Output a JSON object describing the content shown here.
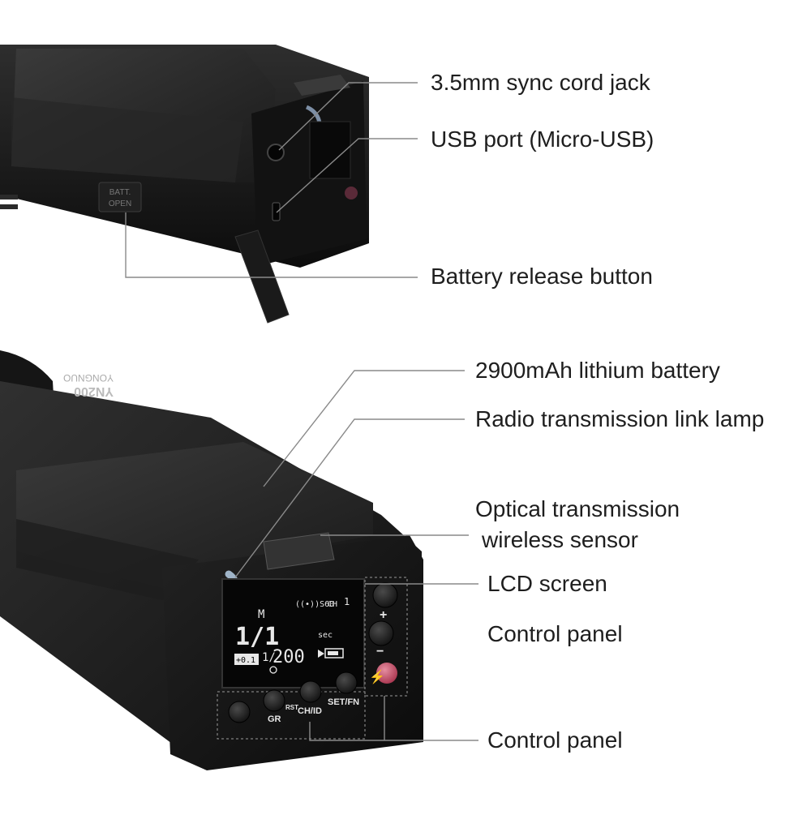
{
  "callouts": {
    "sync_cord_jack": "3.5mm sync cord jack",
    "usb_port": "USB port (Micro-USB)",
    "battery_release_button": "Battery release button",
    "lithium_battery": "2900mAh lithium battery",
    "link_lamp": "Radio transmission link lamp",
    "optical_sensor_line1": "Optical transmission",
    "optical_sensor_line2": "wireless sensor",
    "lcd_screen": "LCD screen",
    "control_panel_upper": "Control panel",
    "control_panel_lower": "Control panel"
  },
  "device_top": {
    "batt_label_line1": "BATT.",
    "batt_label_line2": "OPEN"
  },
  "device_bottom": {
    "brand_line1": "YONGNUO",
    "model": "YN200",
    "lcd": {
      "mode": "M",
      "power": "1/1",
      "ratio_prefix": "1/",
      "ratio_value": "200",
      "step_badge": "+0.1",
      "wireless": "((•))S60",
      "channel_label": "CH",
      "channel_value": "1",
      "sec_label": "sec"
    },
    "buttons": {
      "plus": "+",
      "minus": "−",
      "gr": "GR",
      "rst": "RST",
      "ch_id": "CH/ID",
      "set_fn": "SET/FN"
    }
  },
  "colors": {
    "line": "#8a8a8a",
    "text": "#1e1e1e",
    "body_dark": "#151515",
    "test_button": "#c8566e"
  }
}
